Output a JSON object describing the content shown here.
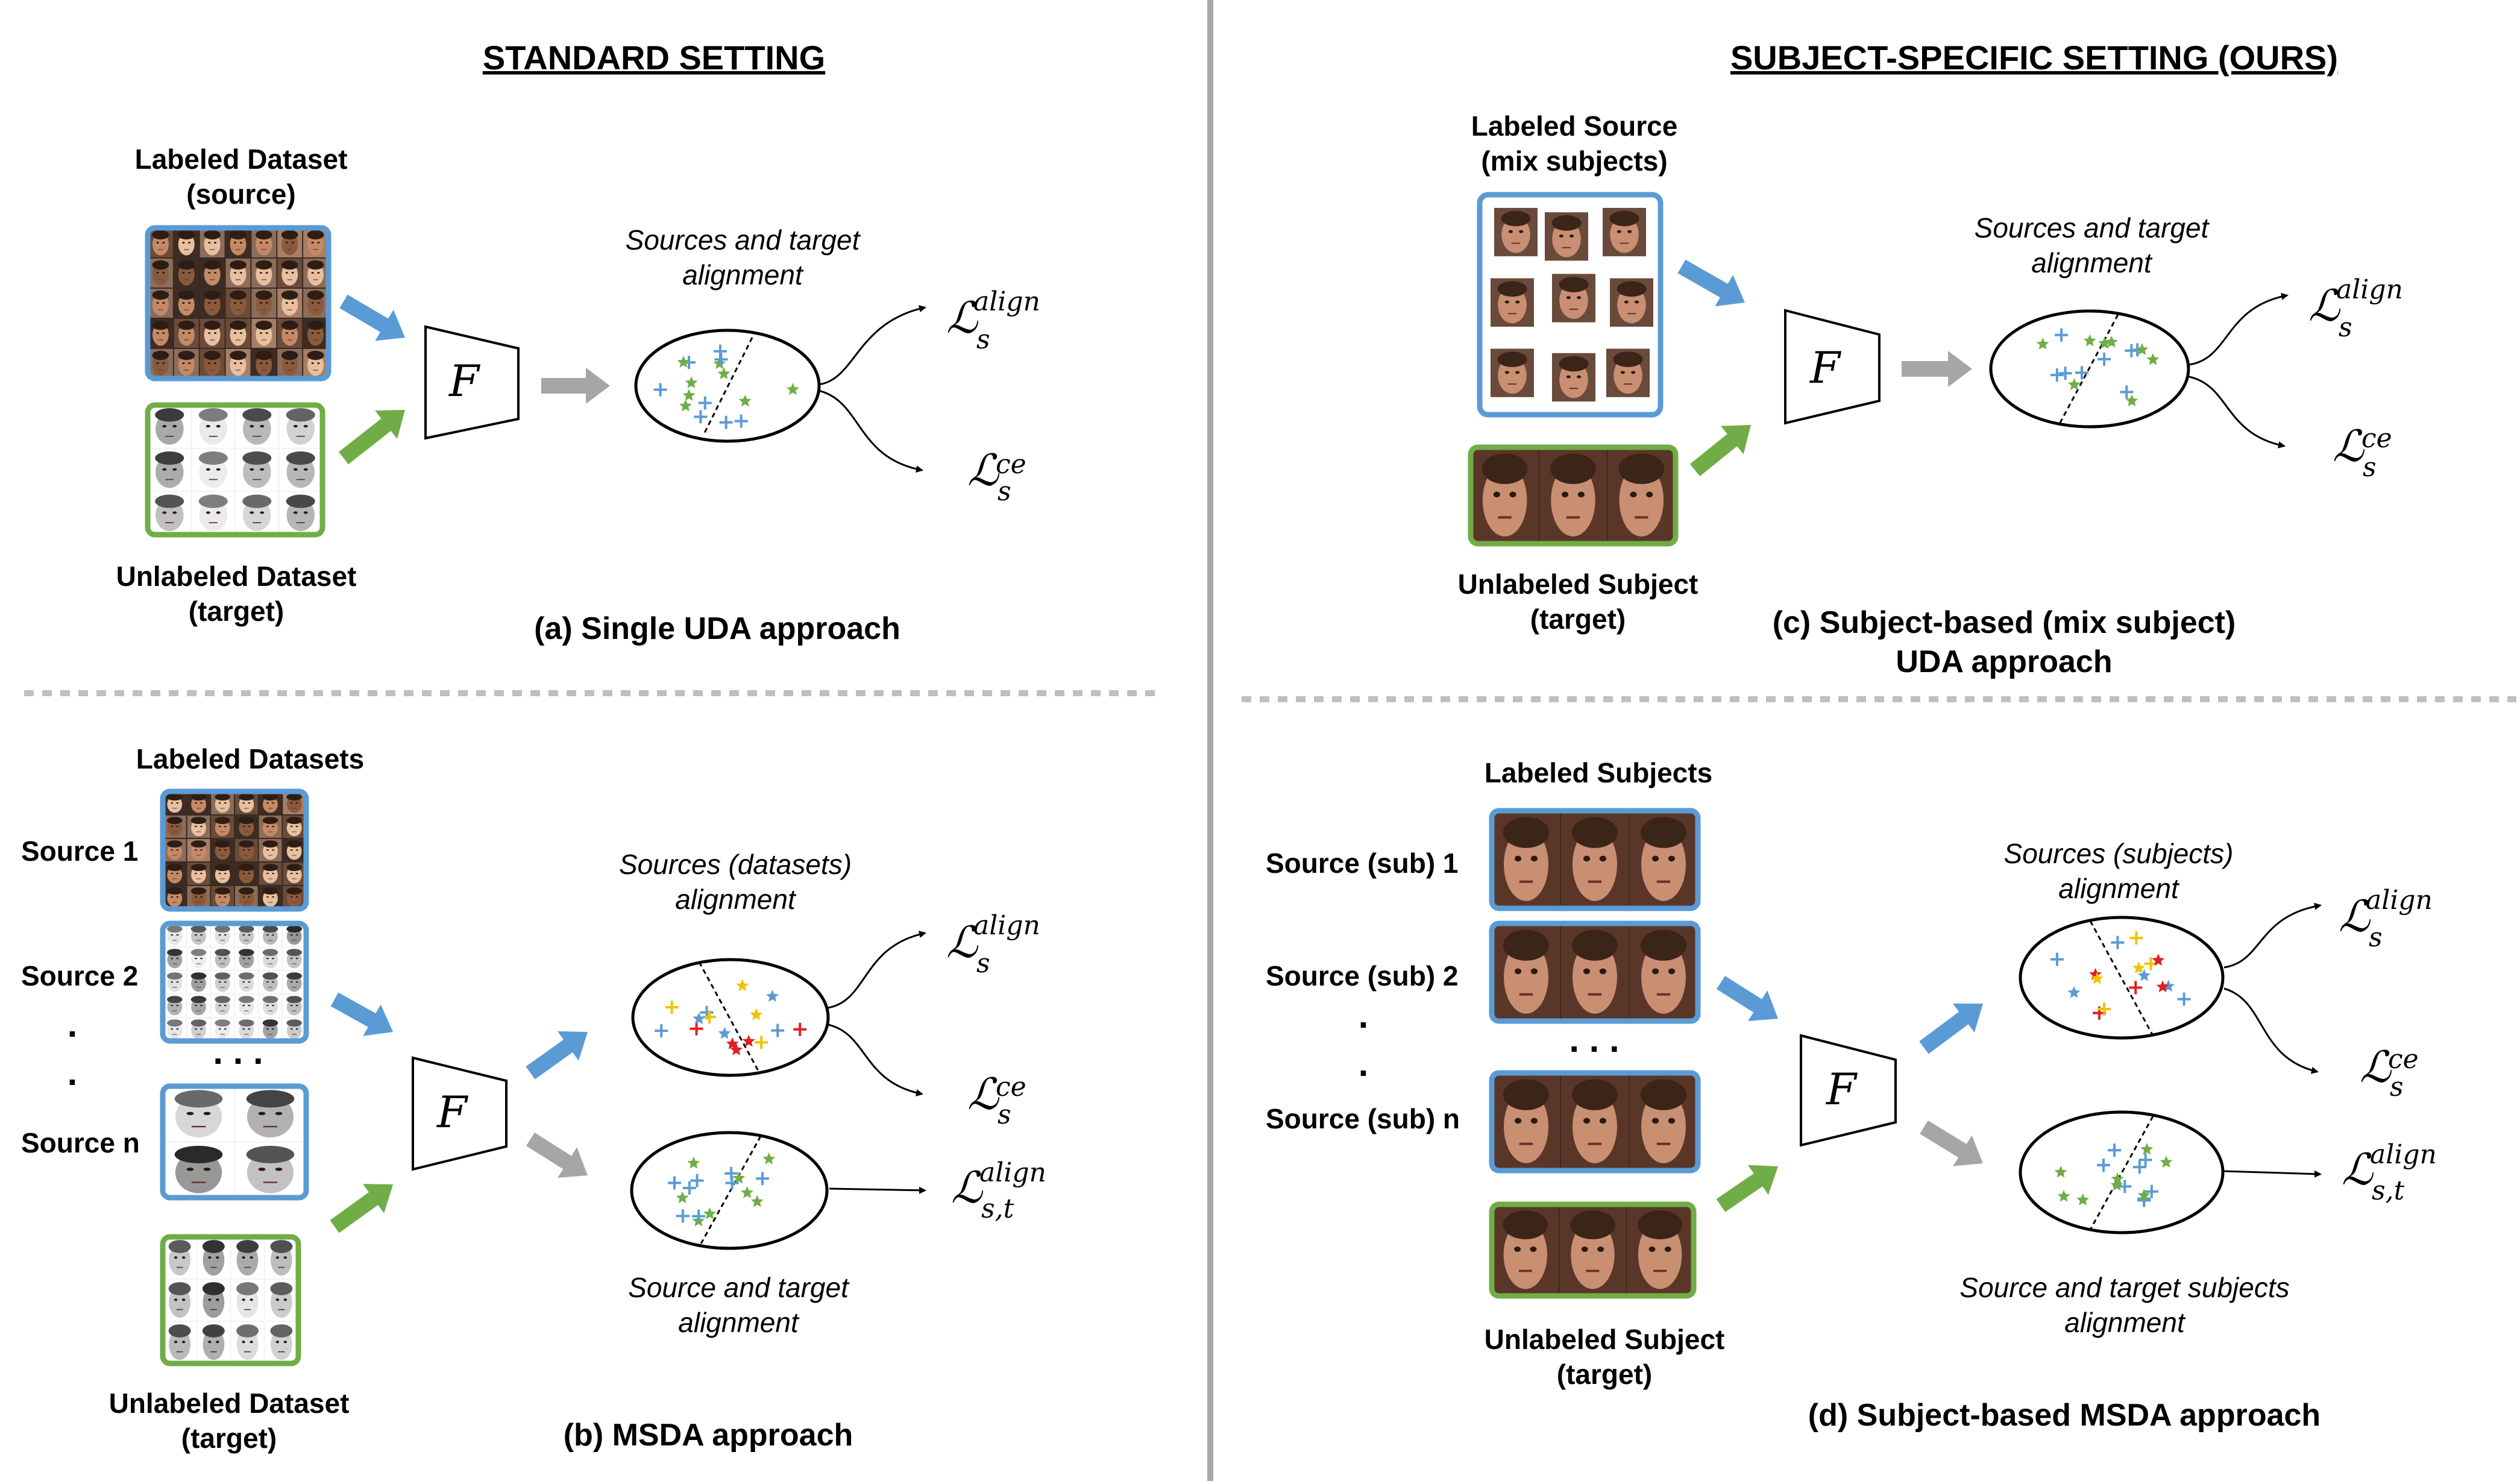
{
  "colors": {
    "blue": "#5b9bd5",
    "green": "#70ad47",
    "gray": "#a6a6a6",
    "red": "#e02020",
    "yellow": "#f2c200",
    "text": "#000000"
  },
  "headers": {
    "standard": "STANDARD SETTING",
    "subject": "SUBJECT-SPECIFIC SETTING (OURS)"
  },
  "panel_a": {
    "source_label_1": "Labeled Dataset",
    "source_label_2": "(source)",
    "target_label_1": "Unlabeled Dataset",
    "target_label_2": "(target)",
    "align_caption_1": "Sources and target",
    "align_caption_2": "alignment",
    "caption": "(a) Single UDA approach"
  },
  "panel_b": {
    "datasets_label": "Labeled Datasets",
    "source_1": "Source 1",
    "source_2": "Source 2",
    "source_n": "Source n",
    "target_label_1": "Unlabeled Dataset",
    "target_label_2": "(target)",
    "align_caption_1": "Sources (datasets)",
    "align_caption_2": "alignment",
    "st_caption_1": "Source and target",
    "st_caption_2": "alignment",
    "caption": "(b) MSDA approach"
  },
  "panel_c": {
    "source_label_1": "Labeled Source",
    "source_label_2": "(mix subjects)",
    "target_label_1": "Unlabeled Subject",
    "target_label_2": "(target)",
    "align_caption_1": "Sources and target",
    "align_caption_2": "alignment",
    "caption_1": "(c) Subject-based (mix subject)",
    "caption_2": "UDA approach"
  },
  "panel_d": {
    "subjects_label": "Labeled Subjects",
    "source_1": "Source (sub) 1",
    "source_2": "Source (sub) 2",
    "source_n": "Source (sub) n",
    "target_label_1": "Unlabeled Subject",
    "target_label_2": "(target)",
    "align_caption_1": "Sources (subjects)",
    "align_caption_2": "alignment",
    "st_caption_1": "Source and target subjects",
    "st_caption_2": "alignment",
    "caption": "(d) Subject-based MSDA approach"
  },
  "math": {
    "feature_extractor": "F",
    "loss_symbol": "ℒ",
    "sub_s": "s",
    "sub_st": "s,t",
    "sup_align": "align",
    "sup_ce": "ce"
  },
  "ellipsis": {
    "vertical": ".",
    "horizontal": ". . ."
  }
}
